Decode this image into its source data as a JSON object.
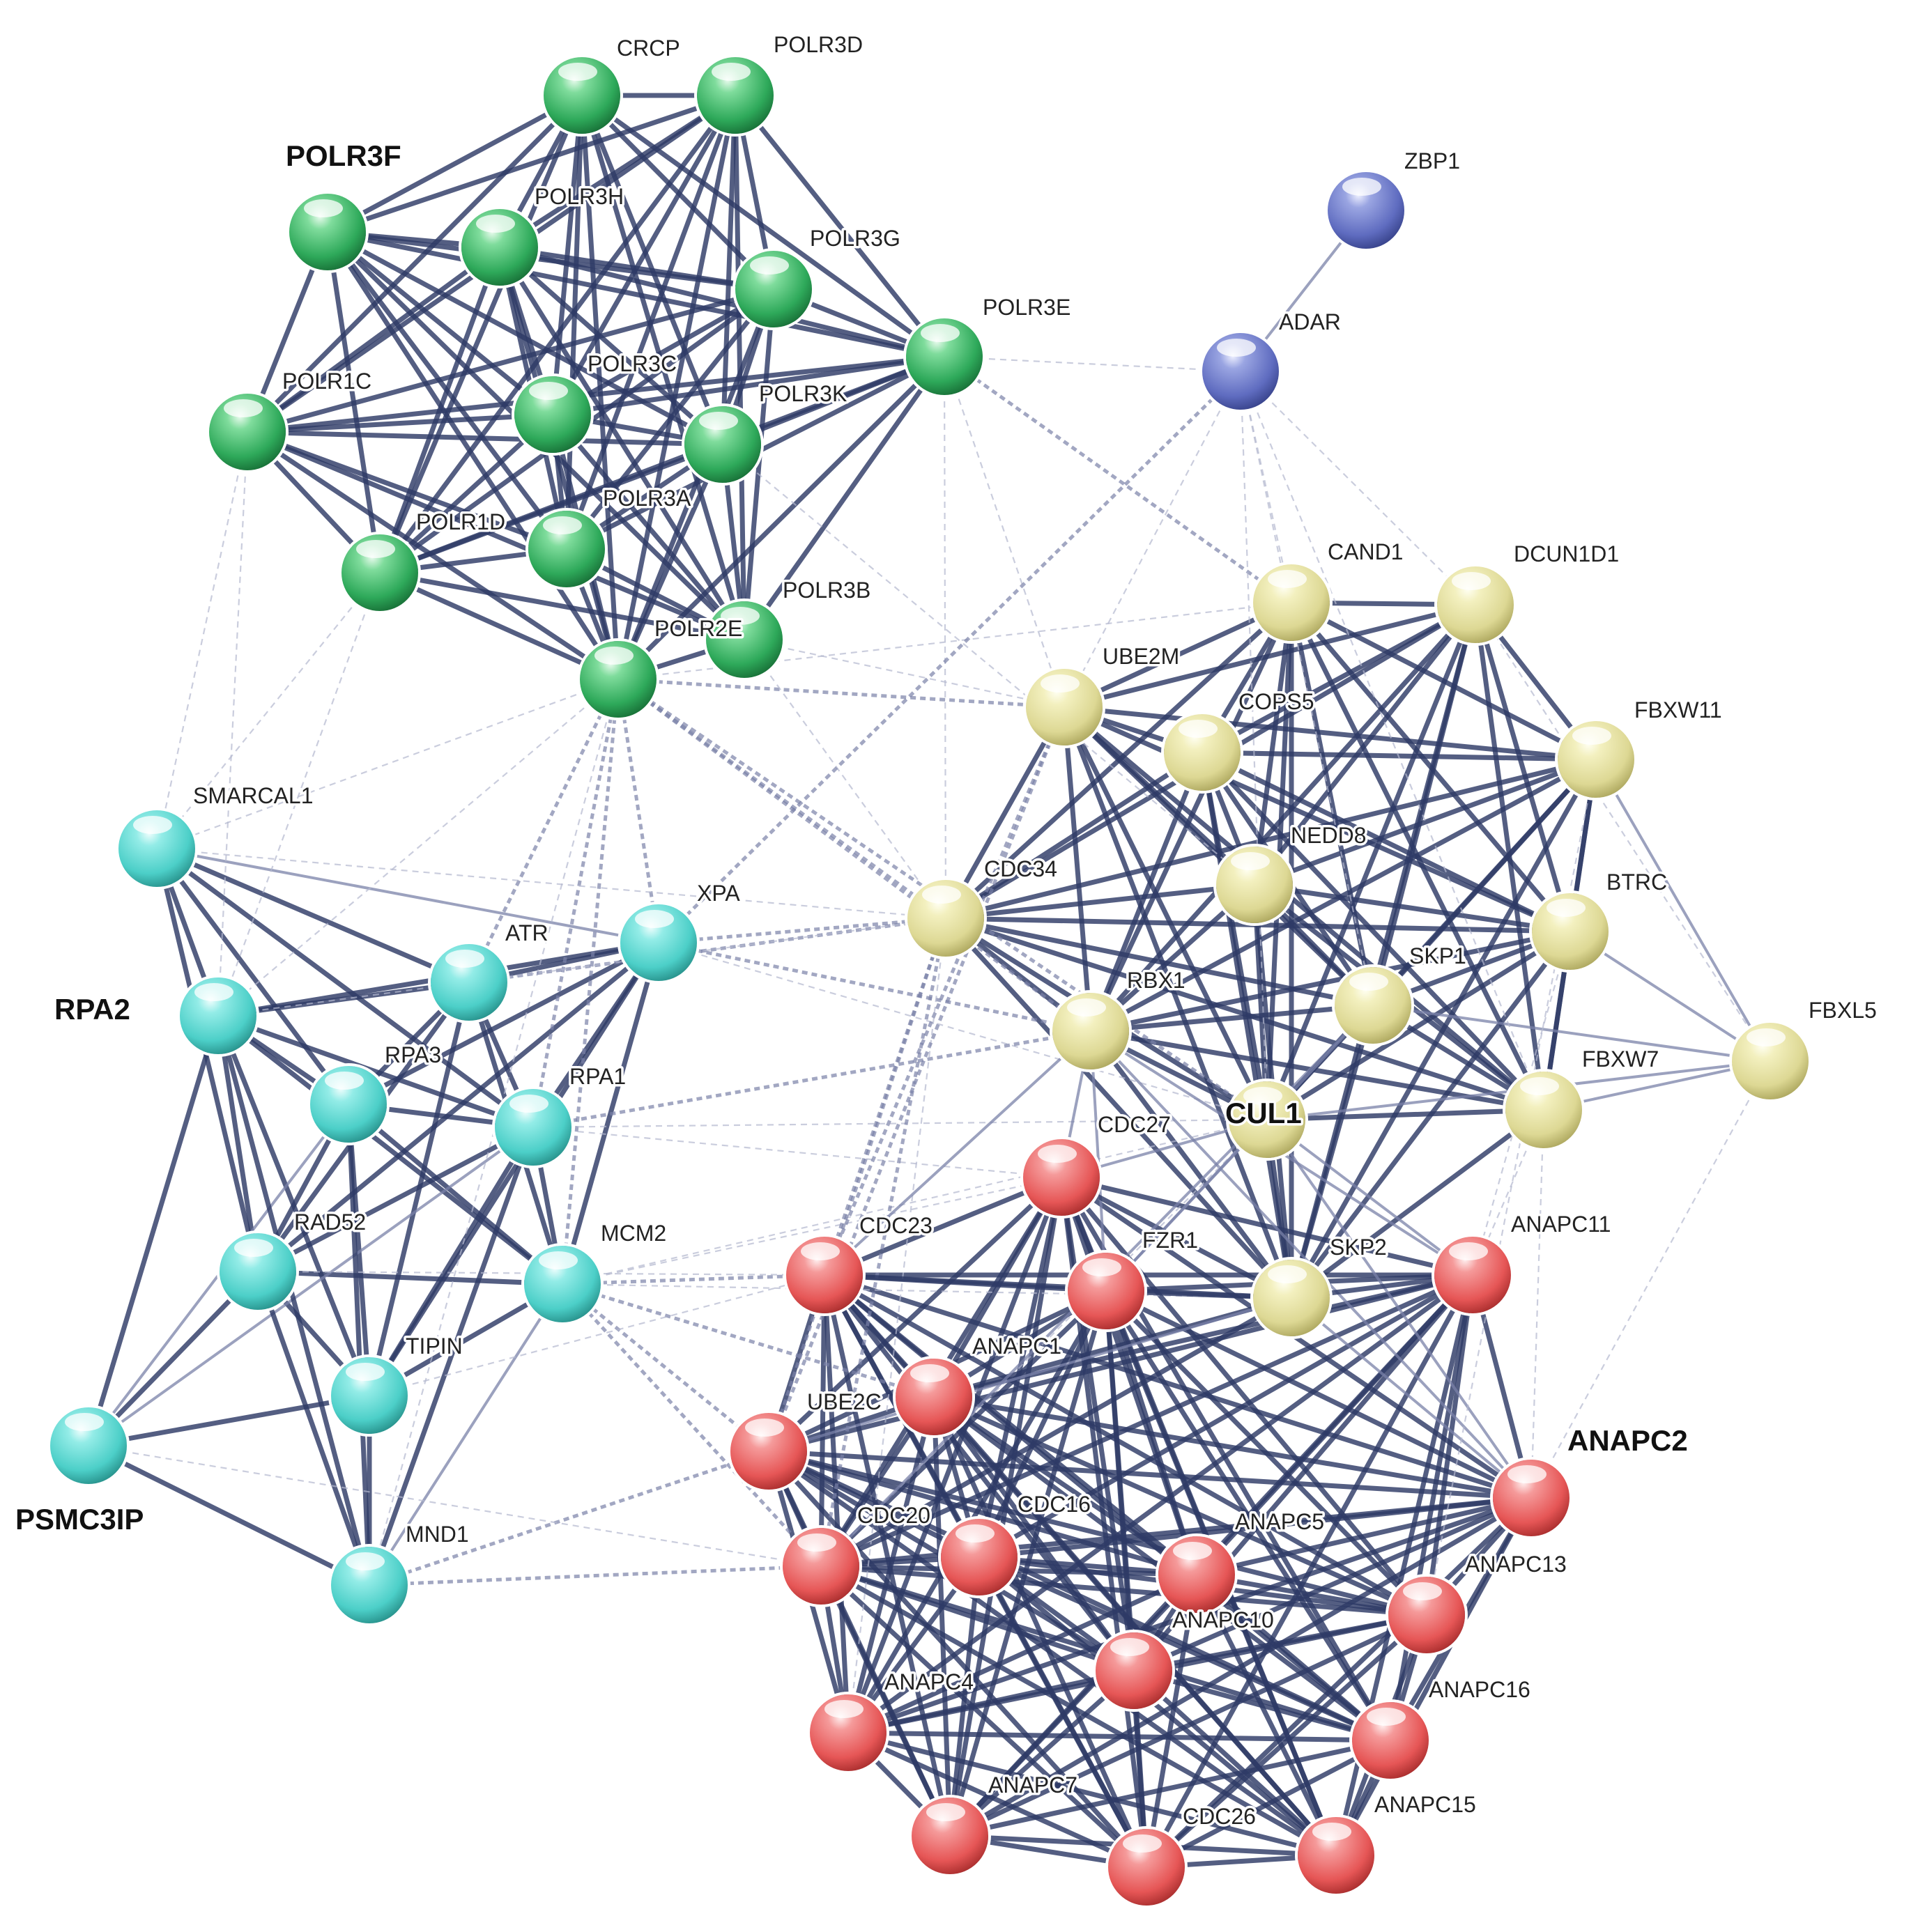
{
  "diagram": {
    "type": "protein-interaction-network",
    "clusters": [
      {
        "id": "green",
        "color": "#3cb86a"
      },
      {
        "id": "cyan",
        "color": "#4fd6d0"
      },
      {
        "id": "blue",
        "color": "#6a78c8"
      },
      {
        "id": "yellow",
        "color": "#e3df9a"
      },
      {
        "id": "red",
        "color": "#ea5f5f"
      }
    ],
    "edge_colors": {
      "strong": "#2e3a66",
      "medium": "#7a82a8",
      "weak": "#b4b8cf"
    },
    "nodes": [
      {
        "id": "CRCP",
        "label": "CRCP",
        "cluster": "green"
      },
      {
        "id": "POLR3D",
        "label": "POLR3D",
        "cluster": "green"
      },
      {
        "id": "POLR3F",
        "label": "POLR3F",
        "cluster": "green",
        "emphasis": true
      },
      {
        "id": "POLR3H",
        "label": "POLR3H",
        "cluster": "green"
      },
      {
        "id": "POLR3G",
        "label": "POLR3G",
        "cluster": "green"
      },
      {
        "id": "POLR3E",
        "label": "POLR3E",
        "cluster": "green"
      },
      {
        "id": "POLR1C",
        "label": "POLR1C",
        "cluster": "green"
      },
      {
        "id": "POLR3C",
        "label": "POLR3C",
        "cluster": "green"
      },
      {
        "id": "POLR3K",
        "label": "POLR3K",
        "cluster": "green"
      },
      {
        "id": "POLR1D",
        "label": "POLR1D",
        "cluster": "green"
      },
      {
        "id": "POLR3A",
        "label": "POLR3A",
        "cluster": "green"
      },
      {
        "id": "POLR3B",
        "label": "POLR3B",
        "cluster": "green"
      },
      {
        "id": "POLR2E",
        "label": "POLR2E",
        "cluster": "green"
      },
      {
        "id": "ZBP1",
        "label": "ZBP1",
        "cluster": "blue"
      },
      {
        "id": "ADAR",
        "label": "ADAR",
        "cluster": "blue"
      },
      {
        "id": "CAND1",
        "label": "CAND1",
        "cluster": "yellow"
      },
      {
        "id": "DCUN1D1",
        "label": "DCUN1D1",
        "cluster": "yellow"
      },
      {
        "id": "UBE2M",
        "label": "UBE2M",
        "cluster": "yellow"
      },
      {
        "id": "COPS5",
        "label": "COPS5",
        "cluster": "yellow"
      },
      {
        "id": "FBXW11",
        "label": "FBXW11",
        "cluster": "yellow"
      },
      {
        "id": "NEDD8",
        "label": "NEDD8",
        "cluster": "yellow"
      },
      {
        "id": "CDC34",
        "label": "CDC34",
        "cluster": "yellow"
      },
      {
        "id": "BTRC",
        "label": "BTRC",
        "cluster": "yellow"
      },
      {
        "id": "SKP1",
        "label": "SKP1",
        "cluster": "yellow"
      },
      {
        "id": "RBX1",
        "label": "RBX1",
        "cluster": "yellow"
      },
      {
        "id": "FBXL5",
        "label": "FBXL5",
        "cluster": "yellow"
      },
      {
        "id": "FBXW7",
        "label": "FBXW7",
        "cluster": "yellow"
      },
      {
        "id": "CUL1",
        "label": "CUL1",
        "cluster": "yellow",
        "emphasis": true
      },
      {
        "id": "SKP2",
        "label": "SKP2",
        "cluster": "yellow"
      },
      {
        "id": "SMARCAL1",
        "label": "SMARCAL1",
        "cluster": "cyan"
      },
      {
        "id": "XPA",
        "label": "XPA",
        "cluster": "cyan"
      },
      {
        "id": "ATR",
        "label": "ATR",
        "cluster": "cyan"
      },
      {
        "id": "RPA2",
        "label": "RPA2",
        "cluster": "cyan",
        "emphasis": true
      },
      {
        "id": "RPA3",
        "label": "RPA3",
        "cluster": "cyan"
      },
      {
        "id": "RPA1",
        "label": "RPA1",
        "cluster": "cyan"
      },
      {
        "id": "RAD52",
        "label": "RAD52",
        "cluster": "cyan"
      },
      {
        "id": "MCM2",
        "label": "MCM2",
        "cluster": "cyan"
      },
      {
        "id": "TIPIN",
        "label": "TIPIN",
        "cluster": "cyan"
      },
      {
        "id": "PSMC3IP",
        "label": "PSMC3IP",
        "cluster": "cyan",
        "emphasis": true
      },
      {
        "id": "MND1",
        "label": "MND1",
        "cluster": "cyan"
      },
      {
        "id": "CDC27",
        "label": "CDC27",
        "cluster": "red"
      },
      {
        "id": "CDC23",
        "label": "CDC23",
        "cluster": "red"
      },
      {
        "id": "FZR1",
        "label": "FZR1",
        "cluster": "red"
      },
      {
        "id": "ANAPC11",
        "label": "ANAPC11",
        "cluster": "red"
      },
      {
        "id": "ANAPC1",
        "label": "ANAPC1",
        "cluster": "red"
      },
      {
        "id": "UBE2C",
        "label": "UBE2C",
        "cluster": "red"
      },
      {
        "id": "ANAPC2",
        "label": "ANAPC2",
        "cluster": "red",
        "emphasis": true
      },
      {
        "id": "CDC20",
        "label": "CDC20",
        "cluster": "red"
      },
      {
        "id": "CDC16",
        "label": "CDC16",
        "cluster": "red"
      },
      {
        "id": "ANAPC5",
        "label": "ANAPC5",
        "cluster": "red"
      },
      {
        "id": "ANAPC13",
        "label": "ANAPC13",
        "cluster": "red"
      },
      {
        "id": "ANAPC10",
        "label": "ANAPC10",
        "cluster": "red"
      },
      {
        "id": "ANAPC4",
        "label": "ANAPC4",
        "cluster": "red"
      },
      {
        "id": "ANAPC16",
        "label": "ANAPC16",
        "cluster": "red"
      },
      {
        "id": "ANAPC7",
        "label": "ANAPC7",
        "cluster": "red"
      },
      {
        "id": "CDC26",
        "label": "CDC26",
        "cluster": "red"
      },
      {
        "id": "ANAPC15",
        "label": "ANAPC15",
        "cluster": "red"
      }
    ]
  }
}
